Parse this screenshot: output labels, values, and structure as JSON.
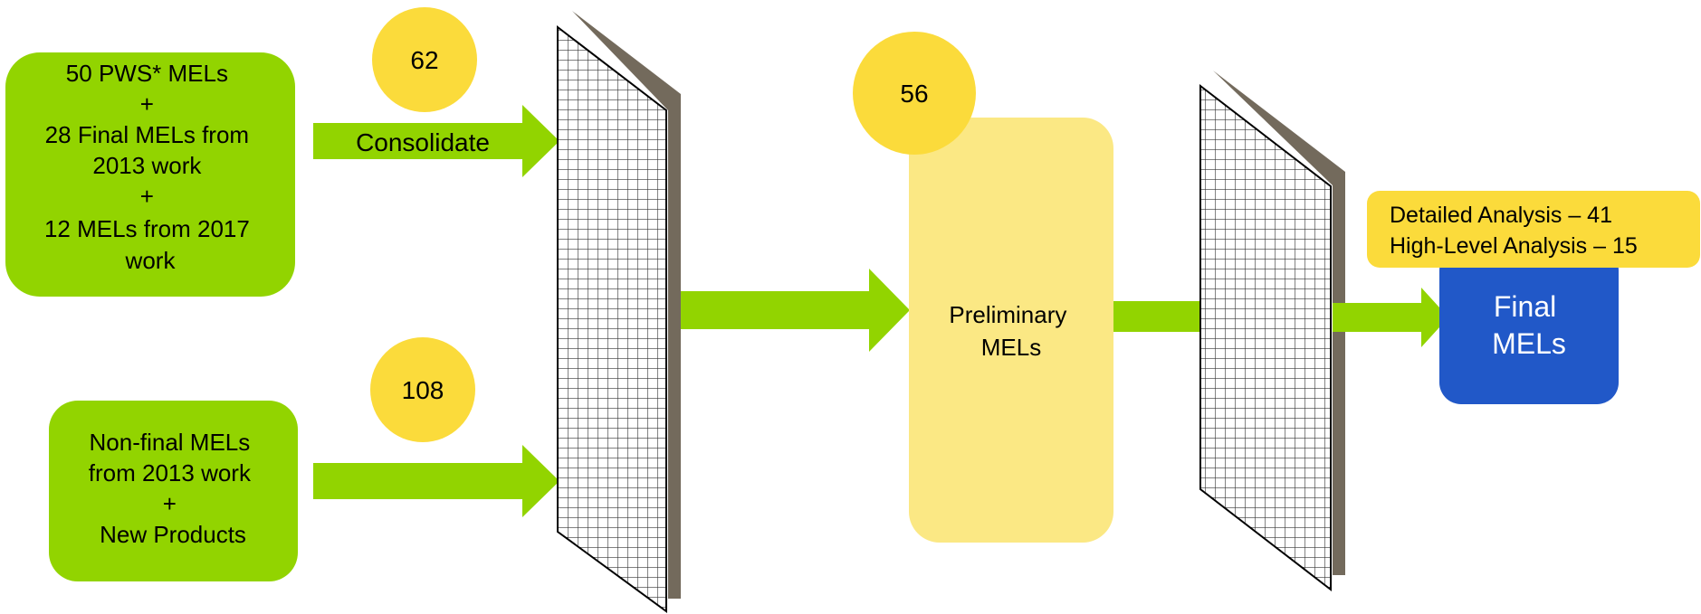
{
  "colors": {
    "green": "#92d400",
    "yellow": "#fbdb3b",
    "pale_yellow": "#fbe884",
    "blue": "#2158c8",
    "filter_shadow": "#736a5c",
    "grid_line": "#333333"
  },
  "counts": {
    "first": "62",
    "second": "108",
    "third": "56"
  },
  "sources": {
    "box1_lines": [
      "50 PWS* MELs",
      "+",
      "28 Final MELs from",
      "2013 work",
      "+",
      "12 MELs from 2017",
      "work"
    ],
    "box2_lines": [
      "Non-final MELs",
      "from 2013 work",
      "+",
      "New Products"
    ]
  },
  "arrows": {
    "consolidate_label": "Consolidate"
  },
  "preliminary": {
    "lines": [
      "Preliminary",
      "MELs"
    ]
  },
  "analysis": {
    "line1": "Detailed Analysis – 41",
    "line2": "High-Level Analysis – 15"
  },
  "final": {
    "lines": [
      "Final",
      "MELs"
    ]
  }
}
